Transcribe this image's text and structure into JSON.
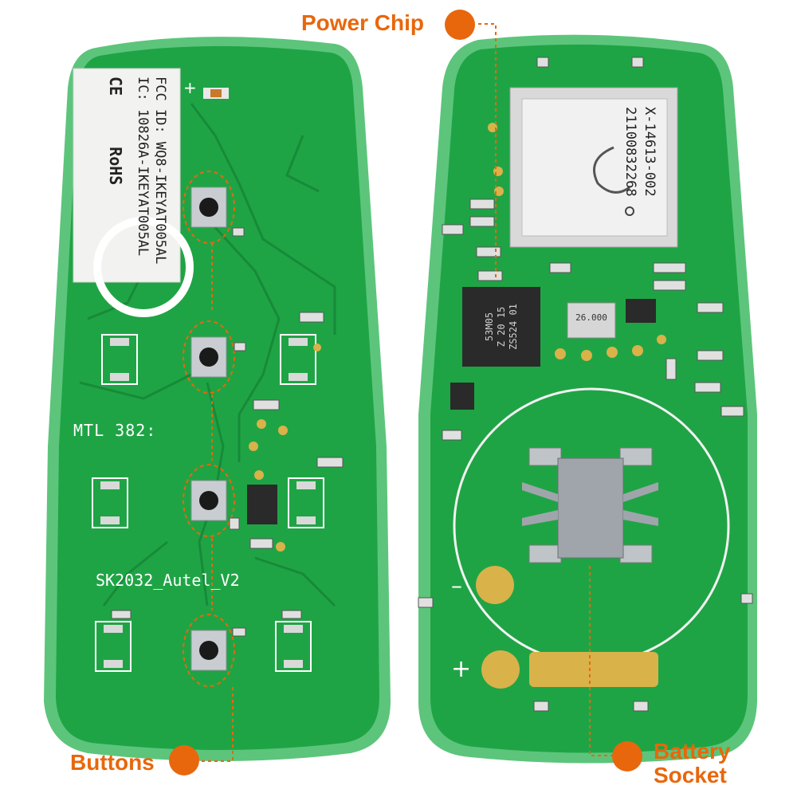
{
  "colors": {
    "accent": "#e8670c",
    "pcb_green": "#1f9a3e",
    "pcb_inner": "#18b046",
    "pcb_edge": "#6fd08c",
    "silkscreen": "#ffffff",
    "gold": "#d9b24a",
    "chip": "#2a2a2a"
  },
  "callouts": {
    "power_chip": "Power Chip",
    "buttons": "Buttons",
    "battery_socket_line1": "Battery",
    "battery_socket_line2": "Socket"
  },
  "left_board": {
    "label_lines": [
      "FCC ID: WQ8-IKEYAT005AL",
      "IC: 10826A-IKEYAT005AL"
    ],
    "label_marks": [
      "CE",
      "RoHS"
    ],
    "mtl": "MTL 382:",
    "model": "SK2032_Autel_V2",
    "plus_mark": "+"
  },
  "right_board": {
    "shield_lines": [
      "X-14613-002",
      "21100832268"
    ],
    "chip_lines": [
      "53M05",
      "Z 20 15",
      "ZS524 01"
    ],
    "crystal": "26.000",
    "plus_mark": "+",
    "minus_mark": "–"
  }
}
